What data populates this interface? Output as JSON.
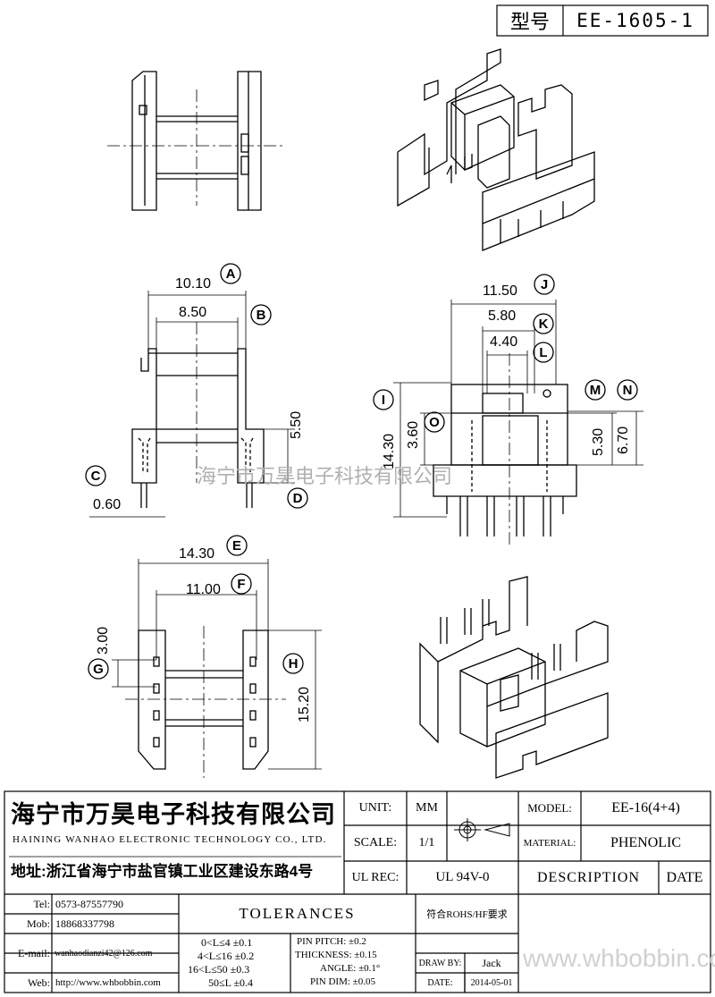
{
  "header": {
    "type_label": "型号",
    "model_code": "EE-1605-1"
  },
  "dimensions": {
    "A": {
      "label": "A",
      "value": "10.10"
    },
    "B": {
      "label": "B",
      "value": "8.50"
    },
    "C": {
      "label": "C",
      "value": "0.60"
    },
    "D": {
      "label": "D",
      "value": "5.50"
    },
    "E": {
      "label": "E",
      "value": "14.30"
    },
    "F": {
      "label": "F",
      "value": "11.00"
    },
    "G": {
      "label": "G",
      "value": "3.00"
    },
    "H": {
      "label": "H",
      "value": "15.20"
    },
    "I": {
      "label": "I",
      "value": "14.30"
    },
    "J": {
      "label": "J",
      "value": "11.50"
    },
    "K": {
      "label": "K",
      "value": "5.80"
    },
    "L": {
      "label": "L",
      "value": "4.40"
    },
    "M": {
      "label": "M",
      "value": "5.30"
    },
    "N": {
      "label": "N",
      "value": "6.70"
    },
    "O": {
      "label": "O",
      "value": "3.60"
    }
  },
  "watermark": "海宁市万昊电子科技有限公司",
  "company": {
    "name_cn": "海宁市万昊电子科技有限公司",
    "name_en": "HAINING WANHAO ELECTRONIC TECHNOLOGY CO., LTD.",
    "address": "地址:浙江省海宁市盐官镇工业区建设东路4号"
  },
  "spec": {
    "unit_label": "UNIT:",
    "unit_value": "MM",
    "scale_label": "SCALE:",
    "scale_value": "1/1",
    "ulrec_label": "UL REC:",
    "ulrec_value": "UL 94V-0",
    "model_label": "MODEL:",
    "model_value": "EE-16(4+4)",
    "material_label": "MATERIAL:",
    "material_value": "PHENOLIC",
    "description_label": "DESCRIPTION",
    "date_label": "DATE"
  },
  "contact": {
    "tel_label": "Tel:",
    "tel_value": "0573-87557790",
    "mob_label": "Mob:",
    "mob_value": "18868337798",
    "email_label": "E-mail:",
    "email_value": "wanhaodianzi42@126.com",
    "web_label": "Web:",
    "web_value": "http://www.whbobbin.com"
  },
  "tolerances": {
    "title": "TOLERANCES",
    "ranges": [
      "0<L≤4 ±0.1",
      "4<L≤16 ±0.2",
      "16<L≤50 ±0.3",
      "50≤L ±0.4"
    ],
    "pin": [
      "PIN PITCH: ±0.2",
      "THICKNESS: ±0.15",
      "ANGLE: ±0.1°",
      "PIN DIM: ±0.05"
    ]
  },
  "compliance": "符合ROHS/HF要求",
  "drawn_by_label": "DRAW BY:",
  "drawn_by_value": "Jack",
  "date_label2": "DATE:",
  "date_value": "2014-05-01",
  "footer_watermark": "www.whbobbin.com"
}
